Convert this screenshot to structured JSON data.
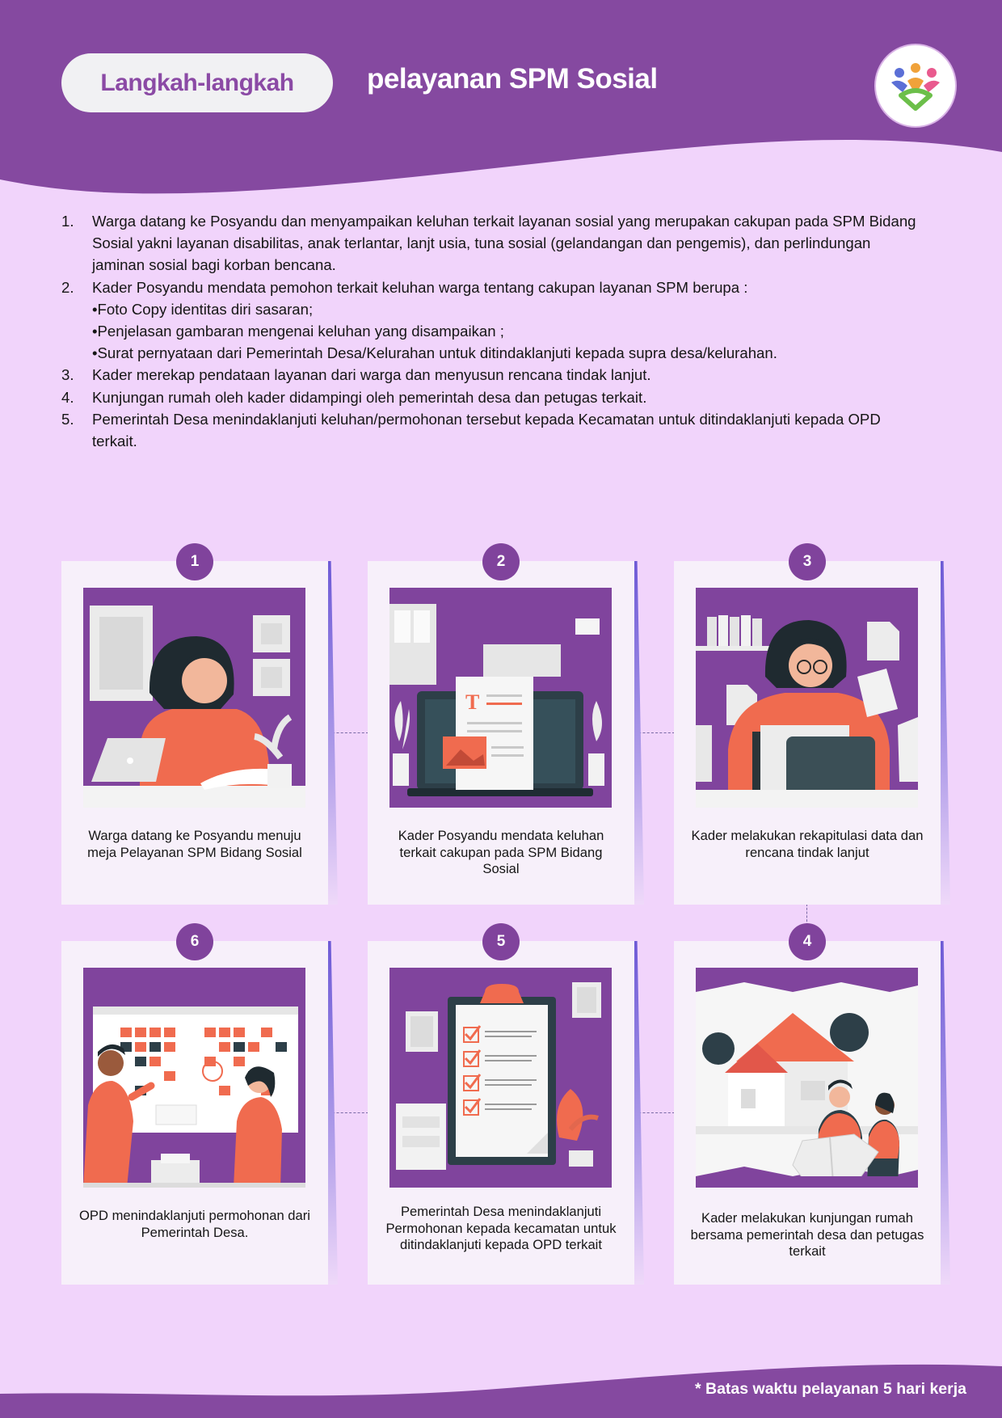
{
  "header": {
    "title_pill": "Langkah-langkah",
    "title_rest": "pelayanan SPM Sosial",
    "colors": {
      "primary": "#8549a0",
      "background": "#f1d4fb"
    }
  },
  "logo": {
    "icon": "community-hearts-logo"
  },
  "steps": [
    {
      "num": "1.",
      "text": "Warga datang ke Posyandu dan menyampaikan keluhan terkait layanan sosial yang merupakan cakupan pada SPM Bidang Sosial yakni layanan disabilitas, anak terlantar, lanjt usia, tuna sosial (gelandangan dan pengemis), dan perlindungan jaminan sosial bagi korban bencana."
    },
    {
      "num": "2.",
      "text": "Kader Posyandu mendata pemohon terkait keluhan warga tentang cakupan layanan SPM berupa :",
      "subitems": [
        "•Foto Copy identitas diri sasaran;",
        "•Penjelasan gambaran mengenai keluhan yang disampaikan ;",
        "•Surat pernyataan dari Pemerintah Desa/Kelurahan untuk ditindaklanjuti kepada supra desa/kelurahan."
      ]
    },
    {
      "num": "3.",
      "text": "Kader merekap pendataan layanan dari warga dan menyusun rencana tindak lanjut."
    },
    {
      "num": "4.",
      "text": "Kunjungan rumah oleh kader didampingi oleh pemerintah desa dan petugas terkait."
    },
    {
      "num": "5.",
      "text": " Pemerintah Desa menindaklanjuti keluhan/permohonan tersebut kepada Kecamatan untuk ditindaklanjuti kepada OPD terkait."
    }
  ],
  "cards": [
    {
      "badge": "1",
      "icon": "woman-laptop-reading-illustration",
      "caption": "Warga datang ke Posyandu menuju meja Pelayanan SPM Bidang Sosial"
    },
    {
      "badge": "2",
      "icon": "laptop-document-illustration",
      "caption": "Kader Posyandu mendata keluhan terkait cakupan pada SPM Bidang Sosial"
    },
    {
      "badge": "3",
      "icon": "woman-holding-files-illustration",
      "caption": "Kader melakukan rekapitulasi data dan rencana tindak lanjut"
    },
    {
      "badge": "6",
      "icon": "team-planning-board-illustration",
      "caption": "OPD menindaklanjuti permohonan dari Pemerintah Desa."
    },
    {
      "badge": "5",
      "icon": "checklist-clipboard-illustration",
      "caption": "Pemerintah Desa menindaklanjuti Permohonan kepada kecamatan untuk ditindaklanjuti kepada OPD terkait"
    },
    {
      "badge": "4",
      "icon": "home-visit-map-illustration",
      "caption": "Kader melakukan kunjungan rumah bersama pemerintah desa dan petugas terkait"
    }
  ],
  "footer": {
    "note": "* Batas waktu pelayanan 5 hari kerja"
  }
}
